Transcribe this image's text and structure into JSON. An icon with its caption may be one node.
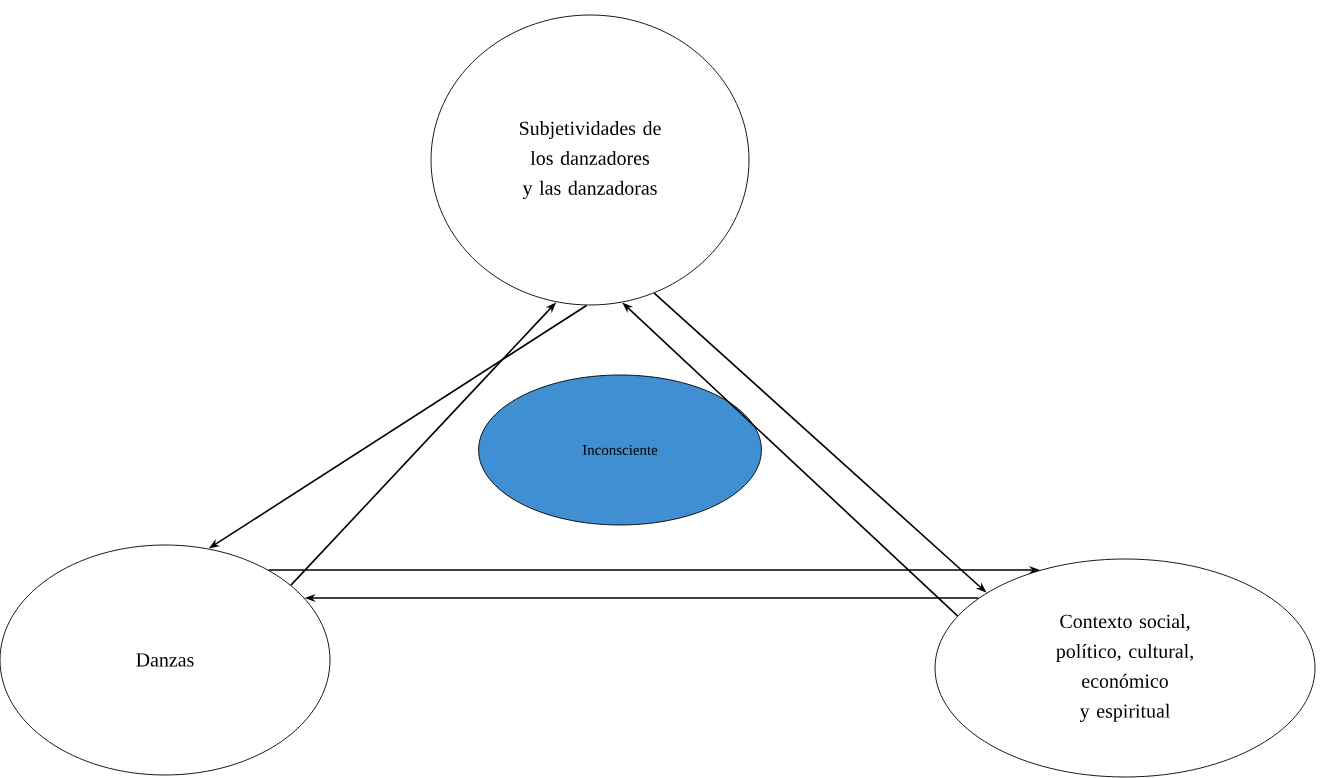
{
  "diagram": {
    "nodes": [
      {
        "text": [
          "Subjetividades de los danzadores y las danzadoras"
        ]
      },
      {
        "text": [
          "Danzas"
        ]
      },
      {
        "text": [
          "Inconsciente"
        ]
      },
      {
        "text": [
          "Contexto  social, político, cultural, económico y espiritual"
        ]
      }
    ],
    "edges": [
      {
        "from": 0,
        "to": 1,
        "arrow": "to"
      },
      {
        "from": 1,
        "to": 0,
        "arrow": "to"
      },
      {
        "from": 0,
        "to": 3,
        "arrow": "to"
      },
      {
        "from": 3,
        "to": 0,
        "arrow": "to"
      },
      {
        "from": 1,
        "to": 3,
        "arrow": "to"
      },
      {
        "from": 3,
        "to": 1,
        "arrow": "to"
      }
    ]
  }
}
